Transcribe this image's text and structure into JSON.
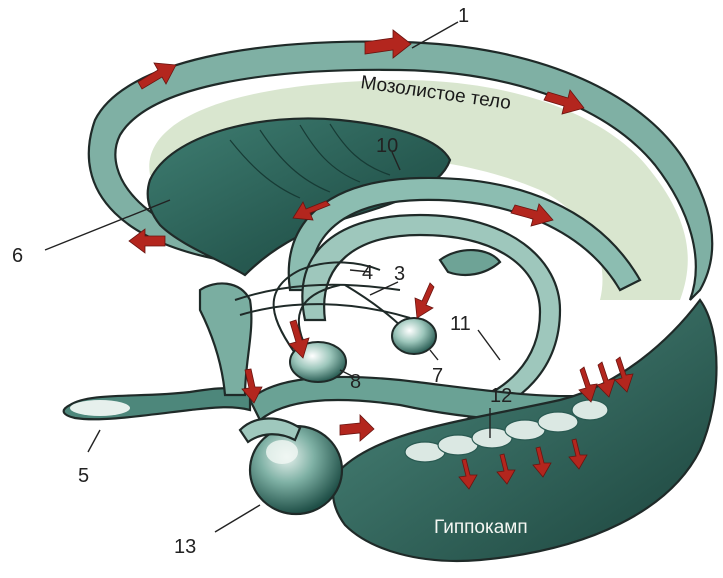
{
  "labels": {
    "n1": "1",
    "n3": "3",
    "n4": "4",
    "n5": "5",
    "n6": "6",
    "n7": "7",
    "n8": "8",
    "n10": "10",
    "n11": "11",
    "n12": "12",
    "n13": "13",
    "corpus_callosum": "Мозолистое тело",
    "hippocampus": "Гиппокамп"
  },
  "colors": {
    "callosum_fill": "#d9e6cf",
    "tissue_dark": "#2f6a60",
    "tissue_mid": "#5f9a8e",
    "tissue_light": "#a9cdc3",
    "arrow": "#b3261e"
  }
}
